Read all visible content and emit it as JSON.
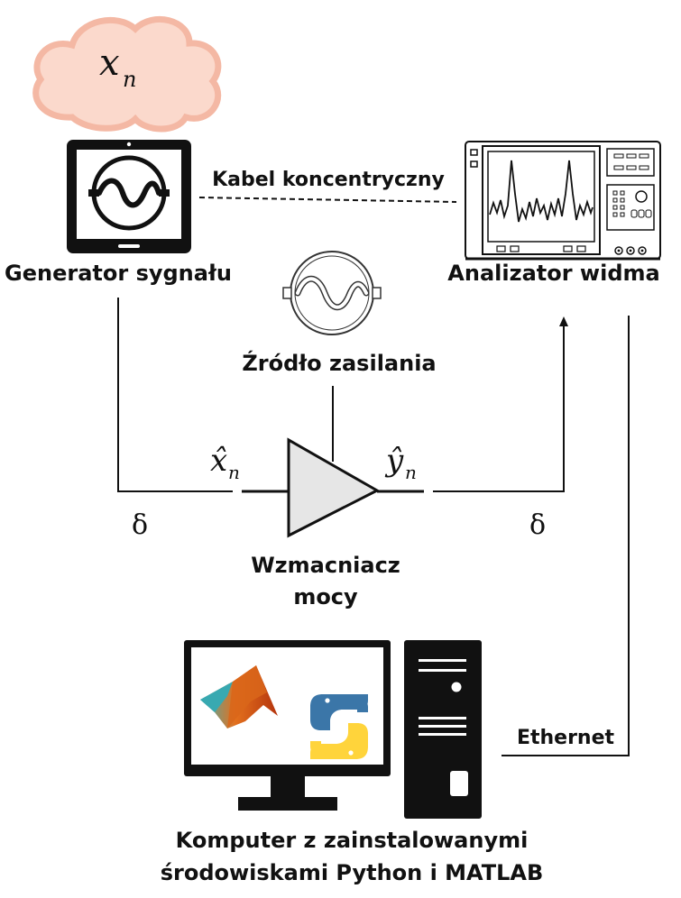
{
  "cloud": {
    "symbol": "x",
    "subscript": "n"
  },
  "generator": {
    "label": "Generator sygnału"
  },
  "cable": {
    "label": "Kabel koncentryczny"
  },
  "analyzer": {
    "label": "Analizator widma"
  },
  "power_source": {
    "label": "Źródło zasilania"
  },
  "amplifier": {
    "label_line1": "Wzmacniacz",
    "label_line2": "mocy"
  },
  "input_signal": {
    "symbol": "x̂",
    "subscript": "n"
  },
  "output_signal": {
    "symbol": "ŷ",
    "subscript": "n"
  },
  "delta_left": "δ",
  "delta_right": "δ",
  "ethernet": {
    "label": "Ethernet"
  },
  "computer": {
    "label_line1": "Komputer z zainstalowanymi",
    "label_line2": "środowiskami Python i MATLAB"
  },
  "colors": {
    "cloud": "#f4b8a4",
    "line": "#111111",
    "amplifier_fill": "#e6e6e6",
    "python_blue": "#3b76a8",
    "python_yellow": "#ffd43b"
  },
  "icons": [
    "cloud-icon",
    "signal-generator-icon",
    "spectrum-analyzer-icon",
    "power-source-icon",
    "amplifier-icon",
    "monitor-icon",
    "matlab-logo-icon",
    "python-logo-icon",
    "pc-tower-icon"
  ]
}
